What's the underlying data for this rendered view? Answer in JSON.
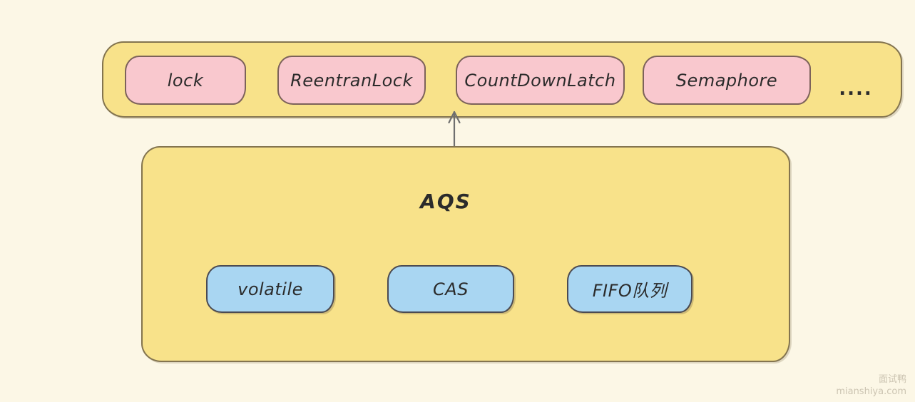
{
  "diagram": {
    "top_group": {
      "items": [
        {
          "label": "lock"
        },
        {
          "label": "ReentranLock"
        },
        {
          "label": "CountDownLatch"
        },
        {
          "label": "Semaphore"
        }
      ],
      "ellipsis": "...."
    },
    "aqs_group": {
      "title": "AQS",
      "items": [
        {
          "label": "volatile"
        },
        {
          "label": "CAS"
        },
        {
          "label": "FIFO队列"
        }
      ]
    },
    "watermark": {
      "line1": "面试鸭",
      "line2": "mianshiya.com"
    },
    "colors": {
      "background": "#FCF7E6",
      "container_fill": "#F8E28A",
      "container_stroke": "#83744F",
      "pink_fill": "#F9C8CE",
      "pink_stroke": "#7C625A",
      "blue_fill": "#A9D6F2",
      "blue_stroke": "#4A4A52",
      "text": "#2B2B2B",
      "arrow": "#6F6F6F"
    }
  }
}
